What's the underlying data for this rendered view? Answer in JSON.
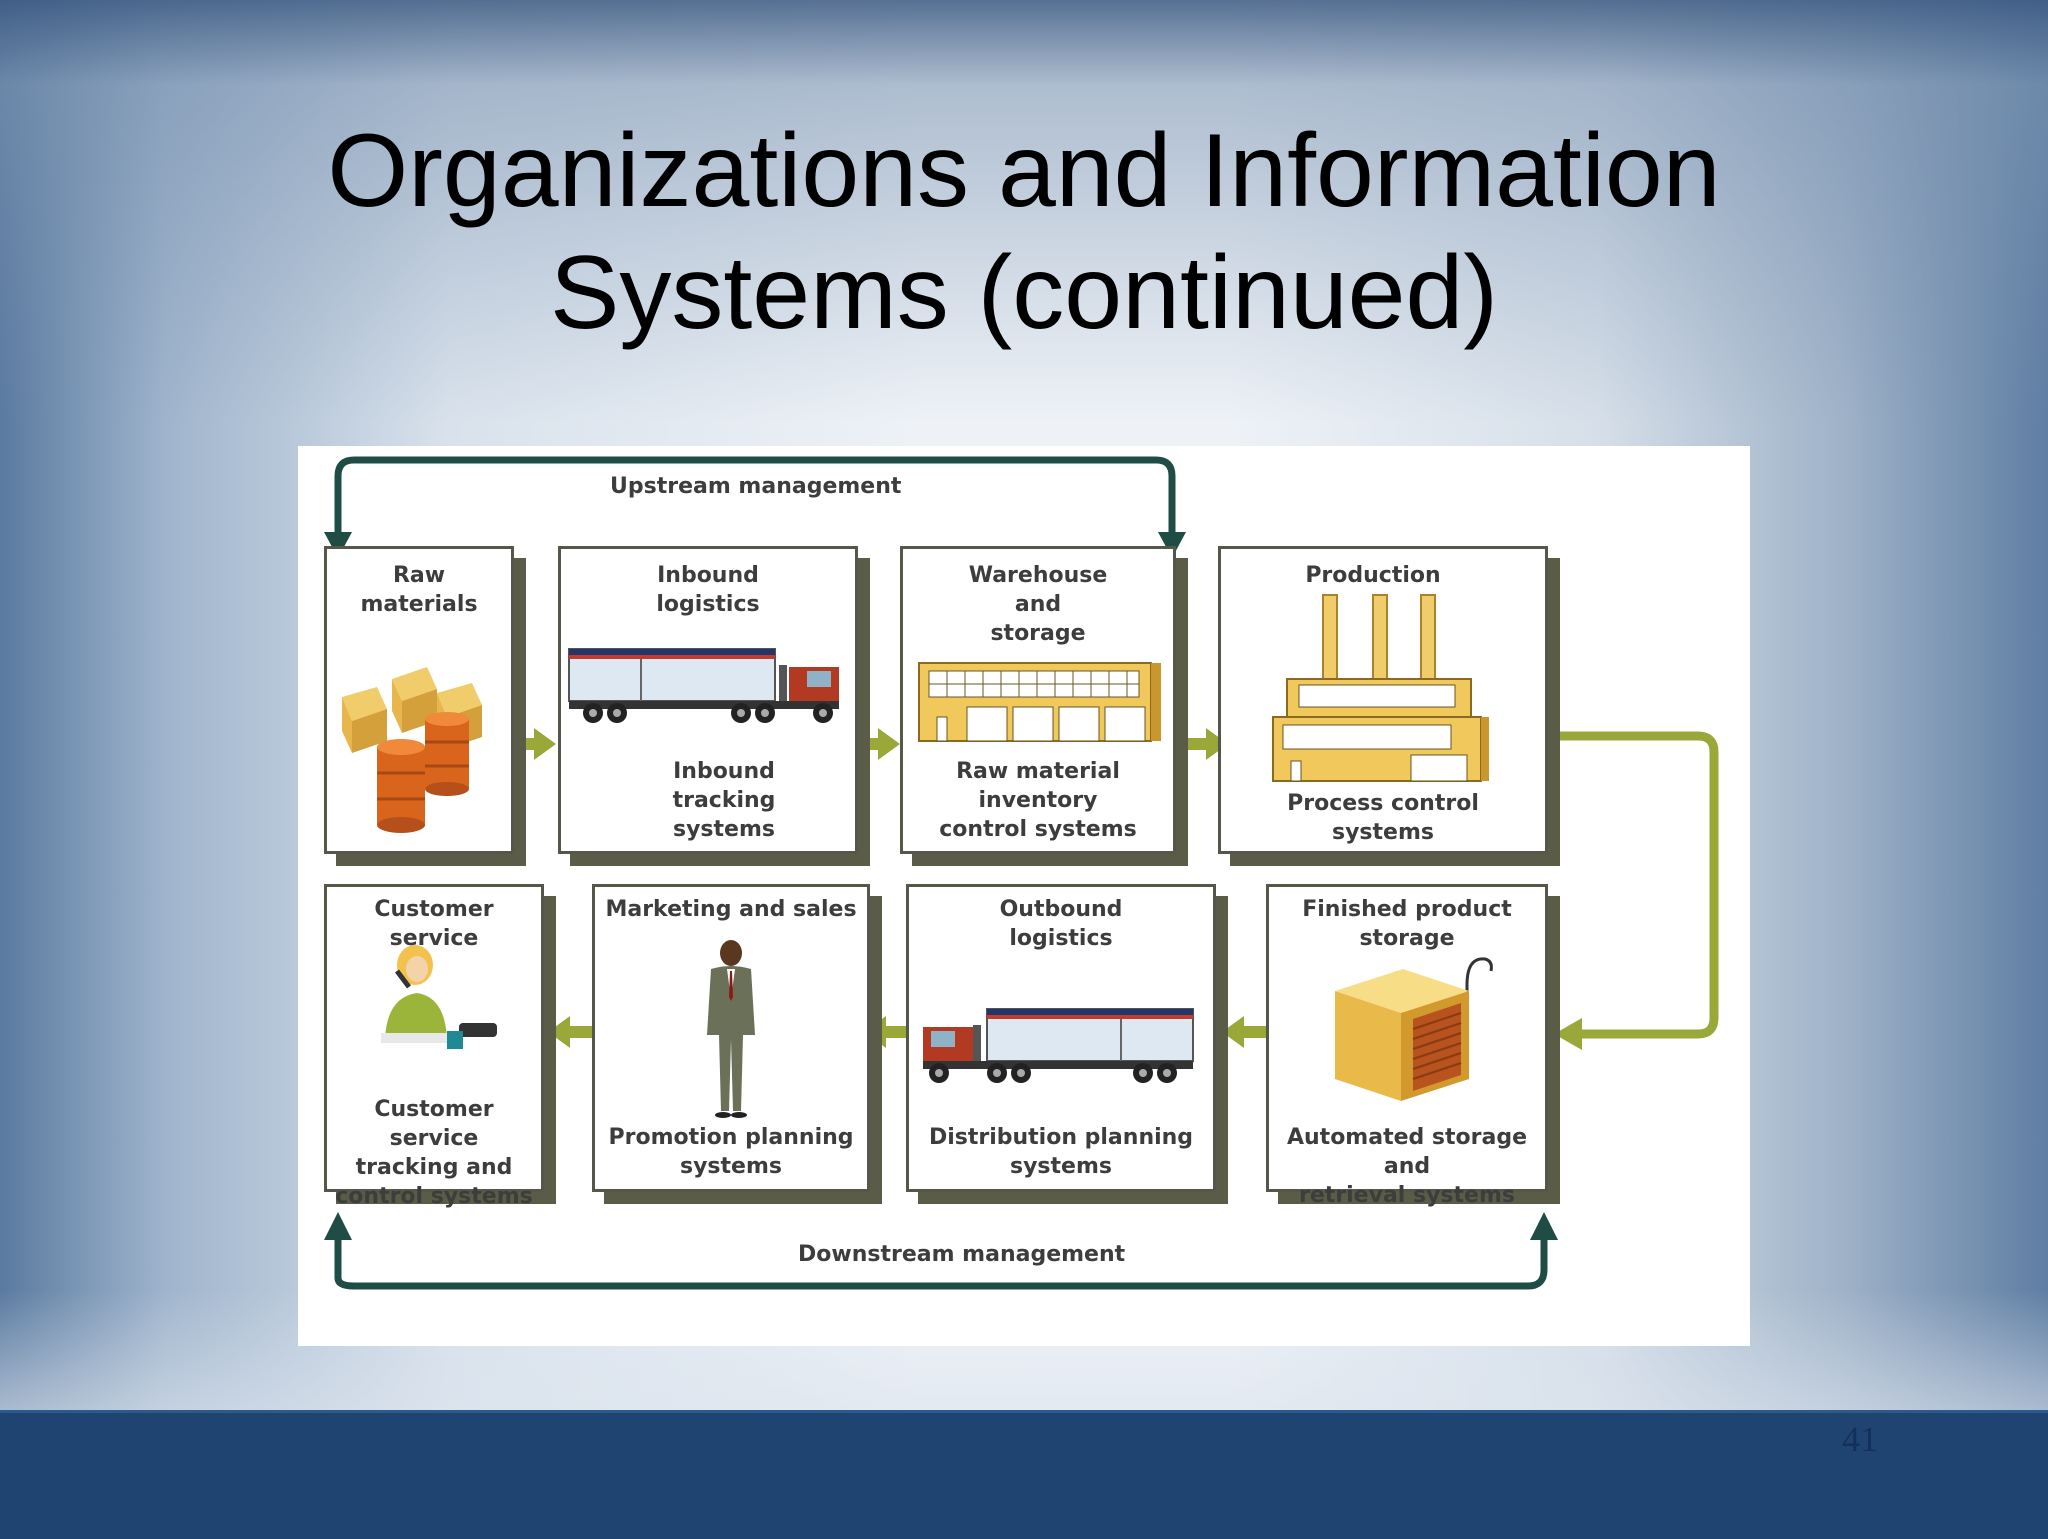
{
  "title": {
    "line1": "Organizations and Information",
    "line2": "Systems (continued)"
  },
  "page_number": "41",
  "diagram": {
    "upstream_label": "Upstream management",
    "downstream_label": "Downstream management",
    "top_row": [
      {
        "heading": "Raw\nmaterials",
        "system": ""
      },
      {
        "heading": "Inbound\nlogistics",
        "system": "Inbound\ntracking\nsystems"
      },
      {
        "heading": "Warehouse\nand\nstorage",
        "system": "Raw material\ninventory\ncontrol systems"
      },
      {
        "heading": "Production",
        "system": "Process control\nsystems"
      }
    ],
    "bottom_row": [
      {
        "heading": "Customer service",
        "system": "Customer service\ntracking and\ncontrol systems"
      },
      {
        "heading": "Marketing and sales",
        "system": "Promotion planning\nsystems"
      },
      {
        "heading": "Outbound\nlogistics",
        "system": "Distribution planning\nsystems"
      },
      {
        "heading": "Finished product\nstorage",
        "system": "Automated storage and\nretrieval systems"
      }
    ],
    "colors": {
      "flow_arrow": "#9aa83a",
      "management_arrow": "#1f4d45",
      "box_shadow": "#5a5c48"
    }
  }
}
